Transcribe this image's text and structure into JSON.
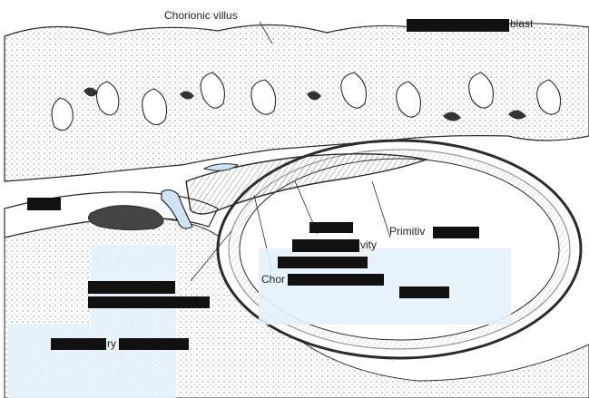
{
  "labels": {
    "chorionic_villus": "Chorionic villus",
    "syncytiotrophoblast_fragment": "blast",
    "primitive_fragment": "Primitiv",
    "cavity_fragment": "vity",
    "chorion_fragment": "Chor",
    "yolk_fragment": "ry"
  },
  "colors": {
    "line": "#2b2b2b",
    "highlight": "#e6f1fb",
    "redaction": "#111111",
    "lumen": "#cfe3f5"
  }
}
